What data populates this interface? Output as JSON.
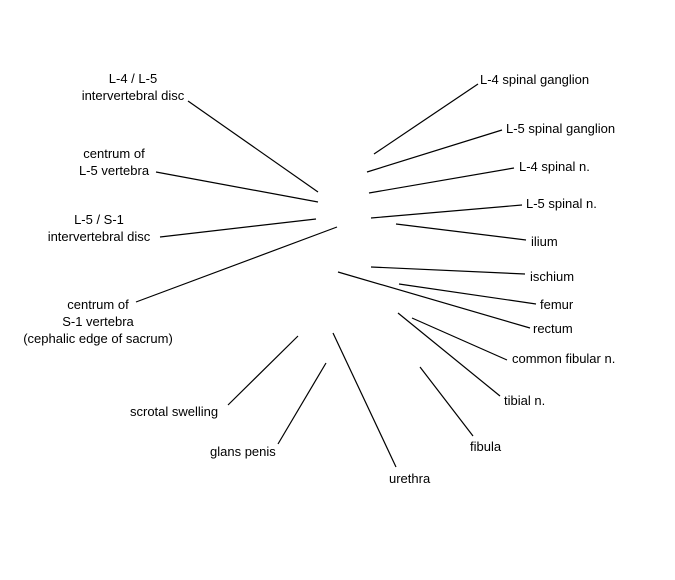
{
  "labels": {
    "l4_l5_disc": "L-4 / L-5\nintervertebral disc",
    "centrum_l5": "centrum of\nL-5 vertebra",
    "l5_s1_disc": "L-5 / S-1\nintervertebral disc",
    "centrum_s1": "centrum of\nS-1 vertebra\n(cephalic edge of sacrum)",
    "scrotal_swelling": "scrotal swelling",
    "glans_penis": "glans penis",
    "urethra": "urethra",
    "fibula": "fibula",
    "tibial_n": "tibial n.",
    "common_fibular_n": "common fibular n.",
    "rectum": "rectum",
    "femur": "femur",
    "ischium": "ischium",
    "ilium": "ilium",
    "l5_spinal_n": "L-5 spinal n.",
    "l4_spinal_n": "L-4 spinal n.",
    "l5_spinal_ganglion": "L-5 spinal ganglion",
    "l4_spinal_ganglion": "L-4 spinal ganglion"
  },
  "colors": {
    "line": "#000000",
    "text": "#000000",
    "background": "#ffffff"
  }
}
